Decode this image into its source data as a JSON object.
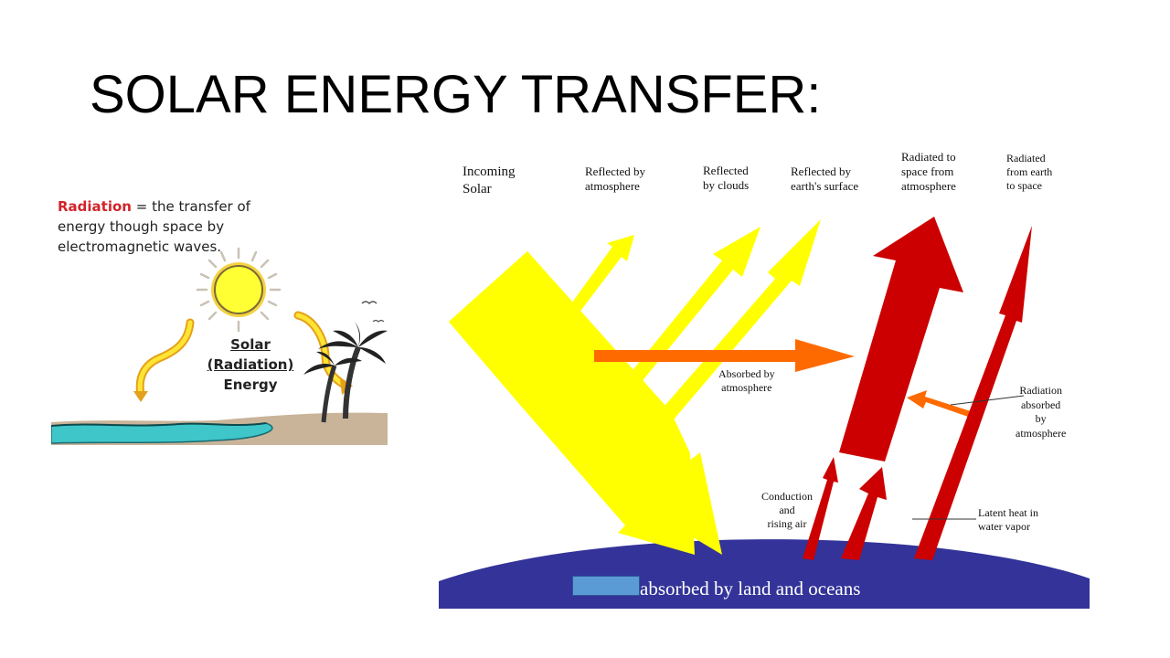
{
  "title": "SOLAR ENERGY TRANSFER:",
  "left_panel": {
    "definition_term": "Radiation",
    "definition_rest": " = the transfer of energy though space by electromagnetic waves.",
    "sun_label_line1": "Solar",
    "sun_label_line2": "(Radiation)",
    "sun_label_line3": "Energy"
  },
  "diagram": {
    "top_labels": {
      "incoming": [
        "Incoming",
        "Solar"
      ],
      "reflected_atmosphere": [
        "Reflected by",
        "atmosphere"
      ],
      "reflected_clouds": [
        "Reflected",
        "by clouds"
      ],
      "reflected_surface": [
        "Reflected by",
        "earth's surface"
      ],
      "radiated_atmosphere": [
        "Radiated to",
        "space from",
        "atmosphere"
      ],
      "radiated_earth": [
        "Radiated",
        "from earth",
        "to space"
      ]
    },
    "absorbed_atmosphere": [
      "Absorbed by",
      "atmosphere"
    ],
    "radiation_absorbed": [
      "Radiation",
      "absorbed",
      "by",
      "atmosphere"
    ],
    "conduction": [
      "Conduction",
      "and",
      "rising air"
    ],
    "latent_heat": [
      "Latent heat in",
      "water vapor"
    ],
    "ground_label": "absorbed by land and oceans"
  },
  "colors": {
    "solar_yellow": "#ffff00",
    "heat_red": "#cc0000",
    "absorbed_orange": "#ff6a00",
    "earth_blue": "#333399",
    "radiation_red": "#d2232a",
    "box_blue": "#5b9bd5"
  }
}
